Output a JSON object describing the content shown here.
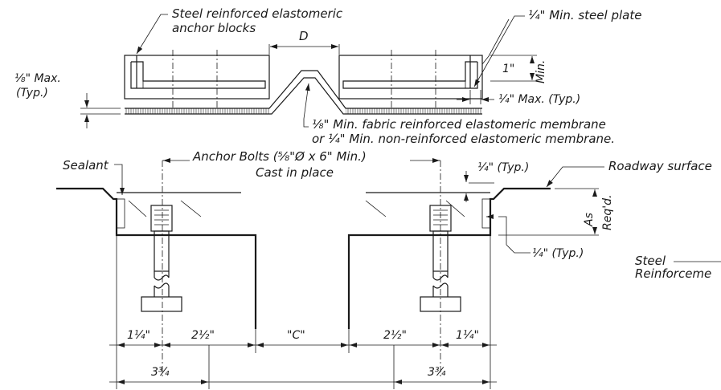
{
  "labels": {
    "anchor_blocks_1": "Steel reinforced elastomeric",
    "anchor_blocks_2": "anchor blocks",
    "d_label": "D",
    "steel_plate": "¼\" Min. steel plate",
    "one_inch": "1\"",
    "min": "Min.",
    "eighth_max_1": "⅛\" Max.",
    "eighth_max_2": "(Typ.)",
    "quarter_max": "¼\" Max. (Typ.)",
    "membrane_1": "⅛\" Min. fabric reinforced elastomeric membrane",
    "membrane_2": "or ¼\" Min. non-reinforced elastomeric membrane.",
    "anchor_bolts": "Anchor Bolts (⅝\"Ø x 6\" Min.)",
    "cast_in_place": "Cast in place",
    "sealant": "Sealant",
    "quarter_typ_top": "¼\" (Typ.)",
    "roadway_surface": "Roadway surface",
    "as_1": "As",
    "as_2": "Req'd.",
    "quarter_typ_bottom": "¼\" (Typ.)",
    "steel_1": "Steel",
    "steel_2": "Reinforceme"
  },
  "dimensions": {
    "d1": "1¼\"",
    "d2": "2½\"",
    "d3": "\"C\"",
    "d4": "2½\"",
    "d5": "1¼\"",
    "total_left": "3¾",
    "total_right": "3¾"
  }
}
